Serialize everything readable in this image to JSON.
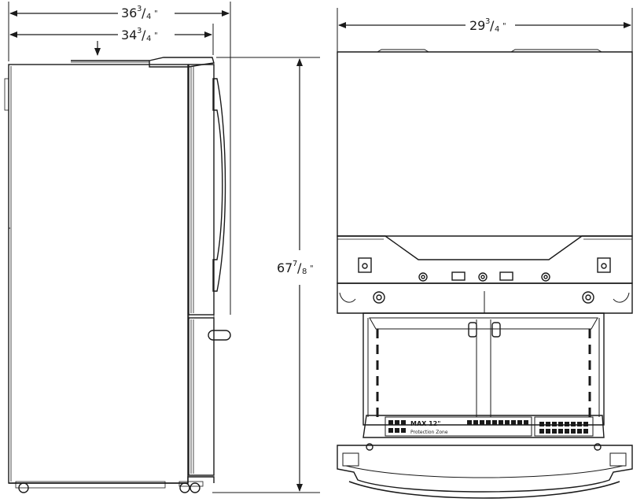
{
  "dimensions": {
    "overall_depth": {
      "whole": "36",
      "num": "3",
      "den": "4",
      "unit": "\""
    },
    "cabinet_depth": {
      "whole": "34",
      "num": "3",
      "den": "4",
      "unit": "\""
    },
    "height": {
      "whole": "67",
      "num": "7",
      "den": "8",
      "unit": "\""
    },
    "width": {
      "whole": "29",
      "num": "3",
      "den": "4",
      "unit": "\""
    }
  },
  "drawer_label": {
    "line1": "MAX 12\"",
    "line2": "Protection Zone"
  },
  "colors": {
    "line": "#1a1a1a",
    "light_line": "#555555"
  }
}
